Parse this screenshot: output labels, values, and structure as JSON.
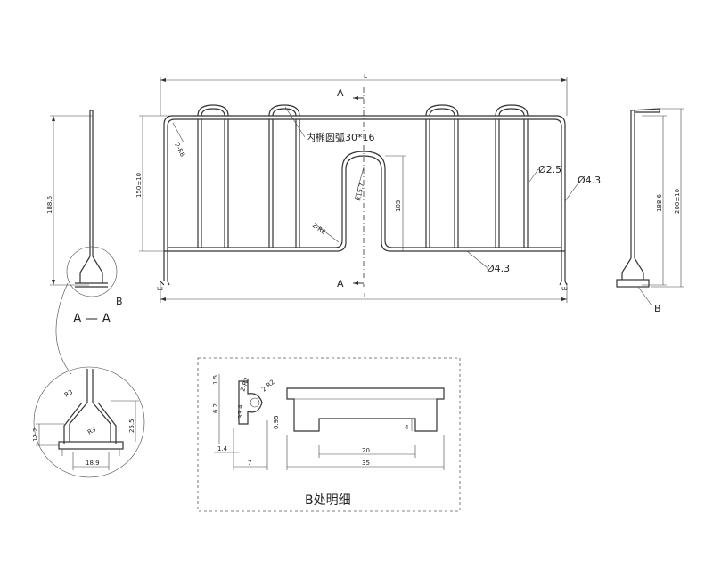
{
  "labels": {
    "section_top": "A",
    "section_bottom": "A",
    "section_view": "A — A",
    "arc_note": "内椭圆弧30*16",
    "dia_25": "Ø2.5",
    "dia_43_right": "Ø4.3",
    "dia_43_bottom": "Ø4.3",
    "detail_b_left": "B",
    "detail_b_right": "B",
    "detail_title": "B处明细"
  },
  "dims": {
    "L_top": "L",
    "L_bottom": "L",
    "h150": "150±10",
    "h188_left": "188.6",
    "h188_right": "188.6",
    "h200": "200±10",
    "h105": "105",
    "r157": "R15.7",
    "r88_a": "2-R8",
    "r88_b": "2-R8",
    "r3_a": "R3",
    "r3_b": "R3",
    "d255": "25.5",
    "d122": "12.2",
    "d189": "18.9",
    "d15": "1.5",
    "d62": "6.2",
    "d334": "33.4",
    "d2r2_a": "2-R2",
    "d2r2_b": "2-R2",
    "d095": "0.95",
    "d14": "1.4",
    "d7": "7",
    "d20": "20",
    "d4": "4",
    "d35": "35"
  }
}
